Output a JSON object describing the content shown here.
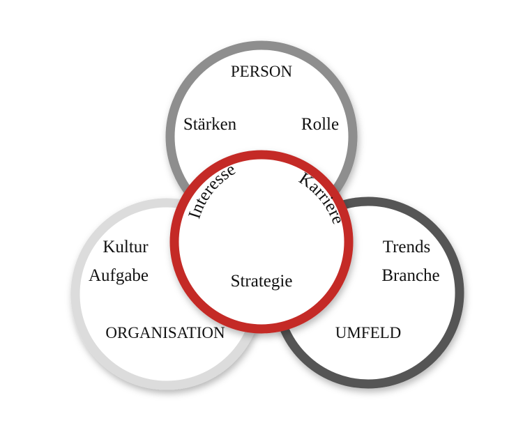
{
  "colors": {
    "person_ring": "#8e8e8e",
    "organisation_ring": "#dcdcdc",
    "umfeld_ring": "#555555",
    "center_ring": "#c42a26",
    "fill": "#ffffff",
    "text": "#111111"
  },
  "person": {
    "title": "PERSON",
    "left": "Stärken",
    "right": "Rolle"
  },
  "organisation": {
    "title": "ORGANISATION",
    "line1": "Kultur",
    "line2": "Aufgabe"
  },
  "umfeld": {
    "title": "UMFELD",
    "line1": "Trends",
    "line2": "Branche"
  },
  "center": {
    "left": "Interesse",
    "right": "Karriere",
    "bottom": "Strategie"
  }
}
